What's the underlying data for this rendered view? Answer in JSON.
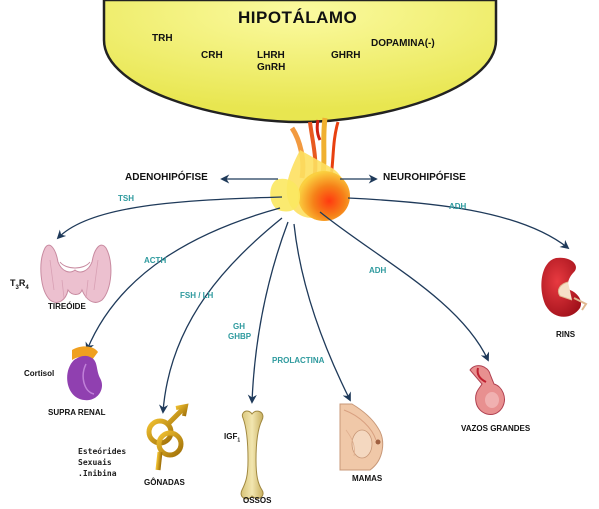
{
  "hypothalamus": {
    "title": "HIPOTÁLAMO",
    "hormones": [
      "TRH",
      "CRH",
      "LHRH",
      "GnRH",
      "GHRH",
      "DOPAMINA(-)"
    ]
  },
  "pituitary": {
    "anterior": "ADENOHIPÓFISE",
    "posterior": "NEUROHIPÓFISE"
  },
  "arrow_labels": {
    "tsh": "TSH",
    "acth": "ACTH",
    "fsh_lh": "FSH / LH",
    "gh": "GH",
    "ghbp": "GHBP",
    "prolactina": "PROLACTINA",
    "adh_kidney": "ADH",
    "adh_vessels": "ADH"
  },
  "targets": {
    "tireoide": {
      "label": "TIREÓIDE",
      "secretion_main": "T",
      "secretion_sub1": "3",
      "secretion_mid": "R",
      "secretion_sub2": "4"
    },
    "supra_renal": {
      "label": "SUPRA RENAL",
      "secretion": "Cortisol"
    },
    "gonadas": {
      "label": "GÔNADAS",
      "secretions": [
        "Esteórides",
        "Sexuais",
        ".Inibina"
      ]
    },
    "ossos": {
      "label": "OSSOS",
      "secretion_main": "IGF",
      "secretion_sub": "1"
    },
    "mamas": {
      "label": "MAMAS"
    },
    "vazos": {
      "label": "VAZOS GRANDES"
    },
    "rins": {
      "label": "RINS"
    }
  },
  "colors": {
    "hypothalamus_fill": "#f2f06a",
    "arrow": "#1f3a5a",
    "teal_label": "#2e9a9e",
    "gland_orange": "#f07a10",
    "thyroid_pink": "#e8b8c8",
    "kidney_red": "#c8202a",
    "bone": "#e8d898",
    "symbol_gold": "#c8960a"
  }
}
